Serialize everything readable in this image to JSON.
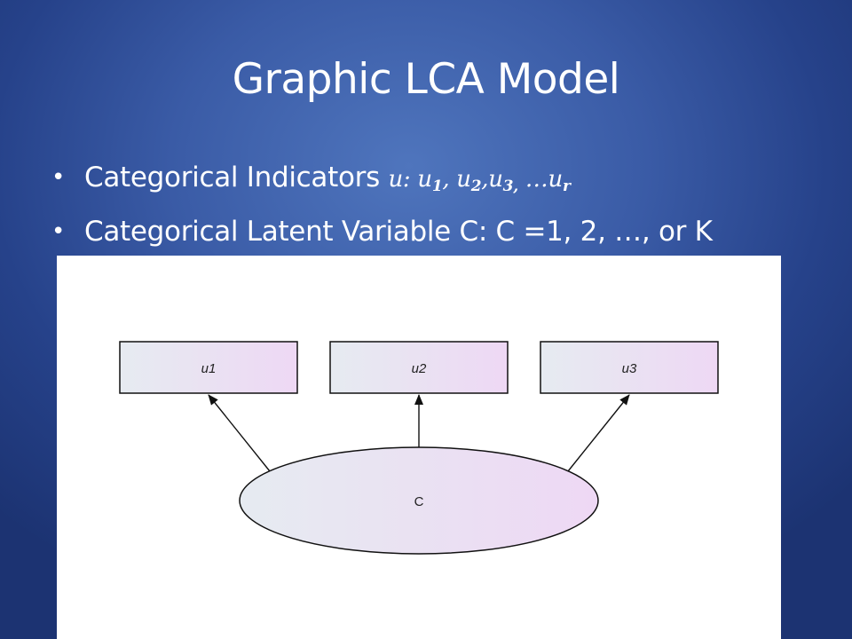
{
  "slide": {
    "title": "Graphic LCA Model",
    "bullets": [
      {
        "text": "Categorical Indicators ",
        "math": {
          "lead": "u: u",
          "s1": "1",
          "m2": ", u",
          "s2": "2",
          "m3": ",u",
          "s3": "3,",
          "m4": " …u",
          "s4": "r"
        }
      },
      {
        "text": "Categorical Latent Variable C: C =1, 2, …, or K"
      }
    ]
  },
  "diagram": {
    "indicators": [
      {
        "label": "u1"
      },
      {
        "label": "u2"
      },
      {
        "label": "u3"
      }
    ],
    "latent": {
      "label": "C"
    },
    "colors": {
      "node_fill_start": "#e6ebf1",
      "node_fill_end": "#eed8f4",
      "stroke": "#111111"
    }
  }
}
